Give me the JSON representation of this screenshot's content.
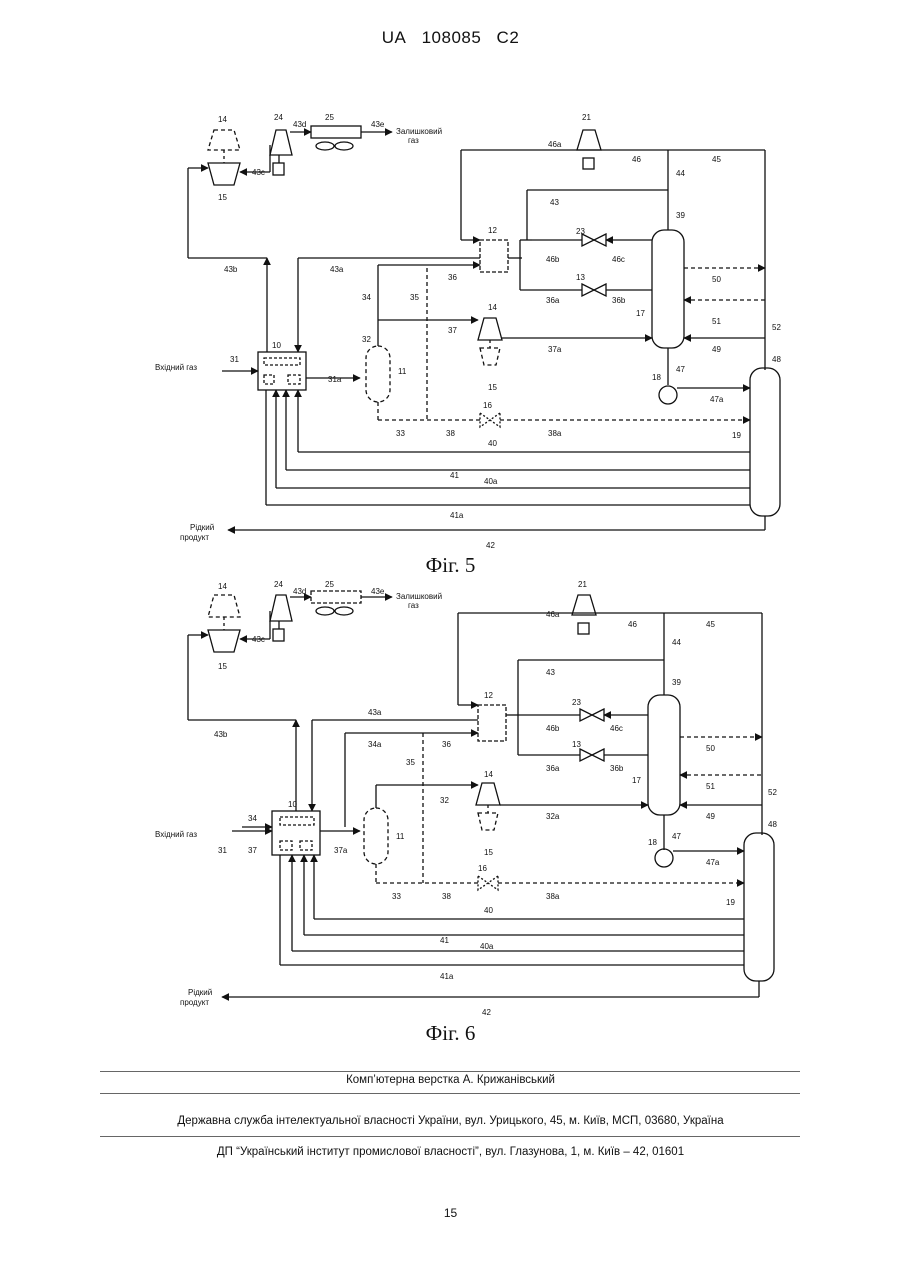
{
  "header": {
    "country": "UA",
    "number": "108085",
    "kind": "C2"
  },
  "labels": {
    "inlet_gas": "Вхідний газ",
    "residue_gas_1": "Залишковий",
    "residue_gas_2": "газ",
    "liquid_product_1": "Рідкий",
    "liquid_product_2": "продукт"
  },
  "figures": [
    {
      "caption": "Фіг. 5",
      "streams": {
        "s31": "31",
        "s31a": "31a",
        "s32": "32",
        "s33": "33",
        "s34": "34",
        "s35": "35",
        "s36": "36",
        "s36a": "36a",
        "s36b": "36b",
        "s37": "37",
        "s37a": "37a",
        "s38": "38",
        "s38a": "38a",
        "s39": "39",
        "s40": "40",
        "s40a": "40a",
        "s41": "41",
        "s41a": "41a",
        "s42": "42",
        "s43": "43",
        "s43a": "43a",
        "s43b": "43b",
        "s43c": "43c",
        "s43d": "43d",
        "s43e": "43e",
        "s44": "44",
        "s45": "45",
        "s46": "46",
        "s46a": "46a",
        "s46b": "46b",
        "s46c": "46c",
        "s47": "47",
        "s47a": "47a",
        "s48": "48",
        "s49": "49",
        "s50": "50",
        "s51": "51",
        "s52": "52"
      },
      "equipment": {
        "e10": "10",
        "e11": "11",
        "e12": "12",
        "e13": "13",
        "e14top": "14",
        "e15top": "15",
        "e14": "14",
        "e15": "15",
        "e16": "16",
        "e17": "17",
        "e18": "18",
        "e19": "19",
        "e21": "21",
        "e23": "23",
        "e24": "24",
        "e25": "25"
      }
    },
    {
      "caption": "Фіг. 6",
      "streams": {
        "s31": "31",
        "s32": "32",
        "s32a": "32a",
        "s33": "33",
        "s34": "34",
        "s34a": "34a",
        "s35": "35",
        "s36": "36",
        "s36a": "36a",
        "s36b": "36b",
        "s37": "37",
        "s37a": "37a",
        "s38": "38",
        "s38a": "38a",
        "s39": "39",
        "s40": "40",
        "s40a": "40a",
        "s41": "41",
        "s41a": "41a",
        "s42": "42",
        "s43": "43",
        "s43a": "43a",
        "s43b": "43b",
        "s43c": "43c",
        "s43d": "43d",
        "s43e": "43e",
        "s44": "44",
        "s45": "45",
        "s46": "46",
        "s46a": "46a",
        "s46b": "46b",
        "s46c": "46c",
        "s47": "47",
        "s47a": "47a",
        "s48": "48",
        "s49": "49",
        "s50": "50",
        "s51": "51",
        "s52": "52"
      },
      "equipment": {
        "e10": "10",
        "e11": "11",
        "e12": "12",
        "e13": "13",
        "e14top": "14",
        "e15top": "15",
        "e14": "14",
        "e15": "15",
        "e16": "16",
        "e17": "17",
        "e18": "18",
        "e19": "19",
        "e21": "21",
        "e23": "23",
        "e24": "24",
        "e25": "25"
      }
    }
  ],
  "footer": {
    "layout": "Комп’ютерна верстка А. Крижанівський",
    "office": "Державна служба інтелектуальної власності України, вул. Урицького, 45, м. Київ, МСП, 03680, Україна",
    "institute": "ДП “Український інститут промислової власності”, вул. Глазунова, 1, м. Київ – 42, 01601"
  },
  "page_number": "15"
}
